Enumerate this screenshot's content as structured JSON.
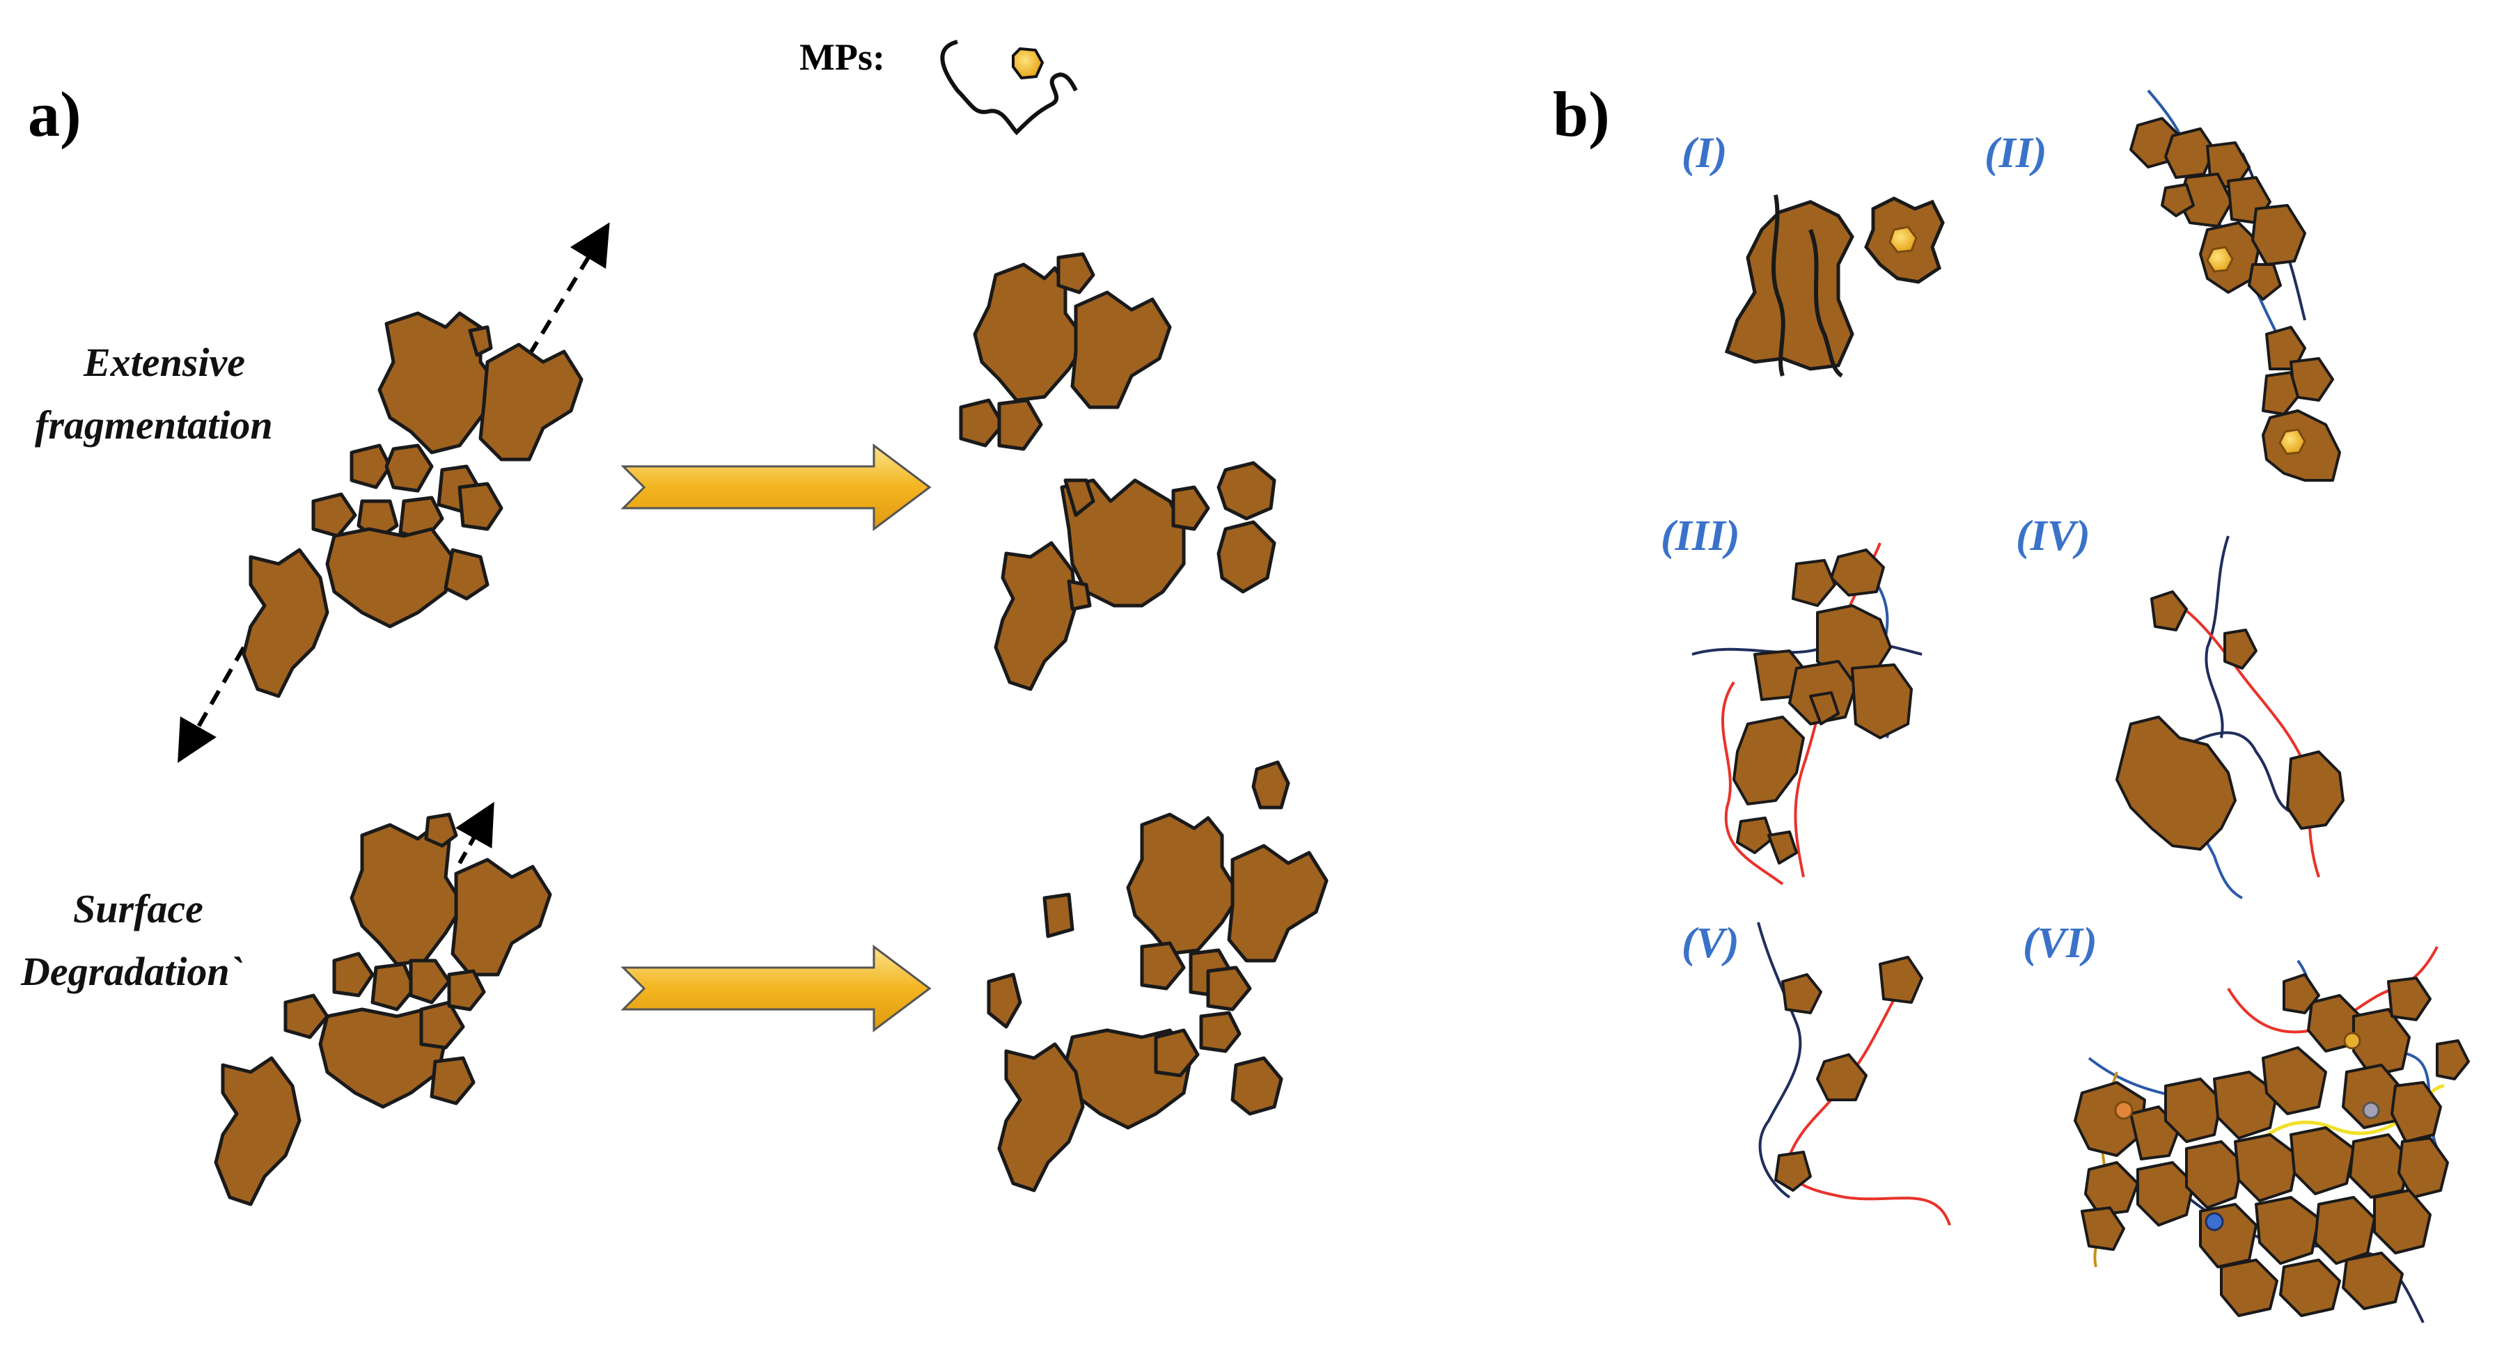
{
  "panel_a": {
    "letter": "a)",
    "top_label_line1": "Extensive",
    "top_label_line2": "fragmentation",
    "bottom_label_line1": "Surface",
    "bottom_label_line2": "Degradation`",
    "legend_label": "MPs:"
  },
  "panel_b": {
    "letter": "b)",
    "cases": [
      "(I)",
      "(II)",
      "(III)",
      "(IV)",
      "(V)",
      "(VI)"
    ]
  },
  "colors": {
    "aggregate_fill": "#a0621f",
    "aggregate_fill_dark": "#8b4f14",
    "outline": "#1a1a1a",
    "fiber_red": "#e8332a",
    "fiber_blue": "#2b5aa8",
    "fiber_navy": "#1f2f5c",
    "fiber_yellow": "#f2e02a",
    "fiber_gold": "#c8901a",
    "label_blue": "#3a72c9",
    "arrow_yellow": "#f3b520"
  }
}
